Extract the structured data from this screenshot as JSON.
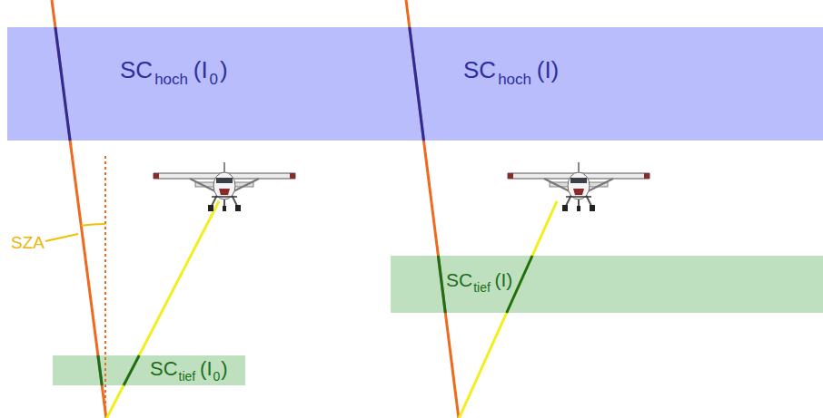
{
  "diagram": {
    "nodes": [
      {
        "text": [
          "SC",
          "hoch",
          "(I",
          "0",
          ")"
        ]
      },
      {
        "text": [
          "SC",
          "hoch",
          "(I)"
        ]
      },
      {
        "text": [
          "SC",
          "tief",
          "(I",
          "0",
          ")"
        ]
      },
      {
        "text": [
          "SC",
          "tief",
          "(I)"
        ]
      }
    ],
    "labels": [
      "SZA"
    ]
  }
}
